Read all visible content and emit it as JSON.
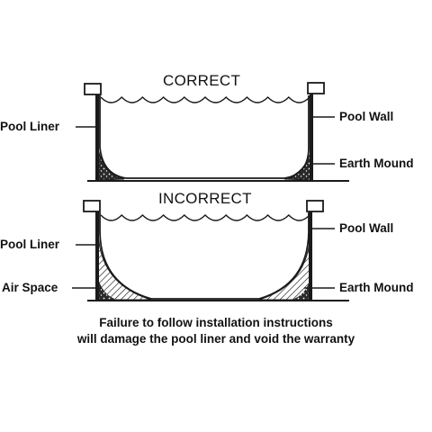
{
  "correct": {
    "title": "CORRECT",
    "labels": {
      "pool_liner": "Pool Liner",
      "pool_wall": "Pool Wall",
      "earth_mound": "Earth Mound"
    }
  },
  "incorrect": {
    "title": "INCORRECT",
    "labels": {
      "pool_liner": "Pool Liner",
      "air_space": "Air Space",
      "pool_wall": "Pool Wall",
      "earth_mound": "Earth Mound"
    }
  },
  "caption": {
    "line1": "Failure to follow installation instructions",
    "line2": "will damage the pool liner and void the warranty"
  },
  "colors": {
    "ink": "#1a1a1a",
    "background": "#ffffff"
  }
}
